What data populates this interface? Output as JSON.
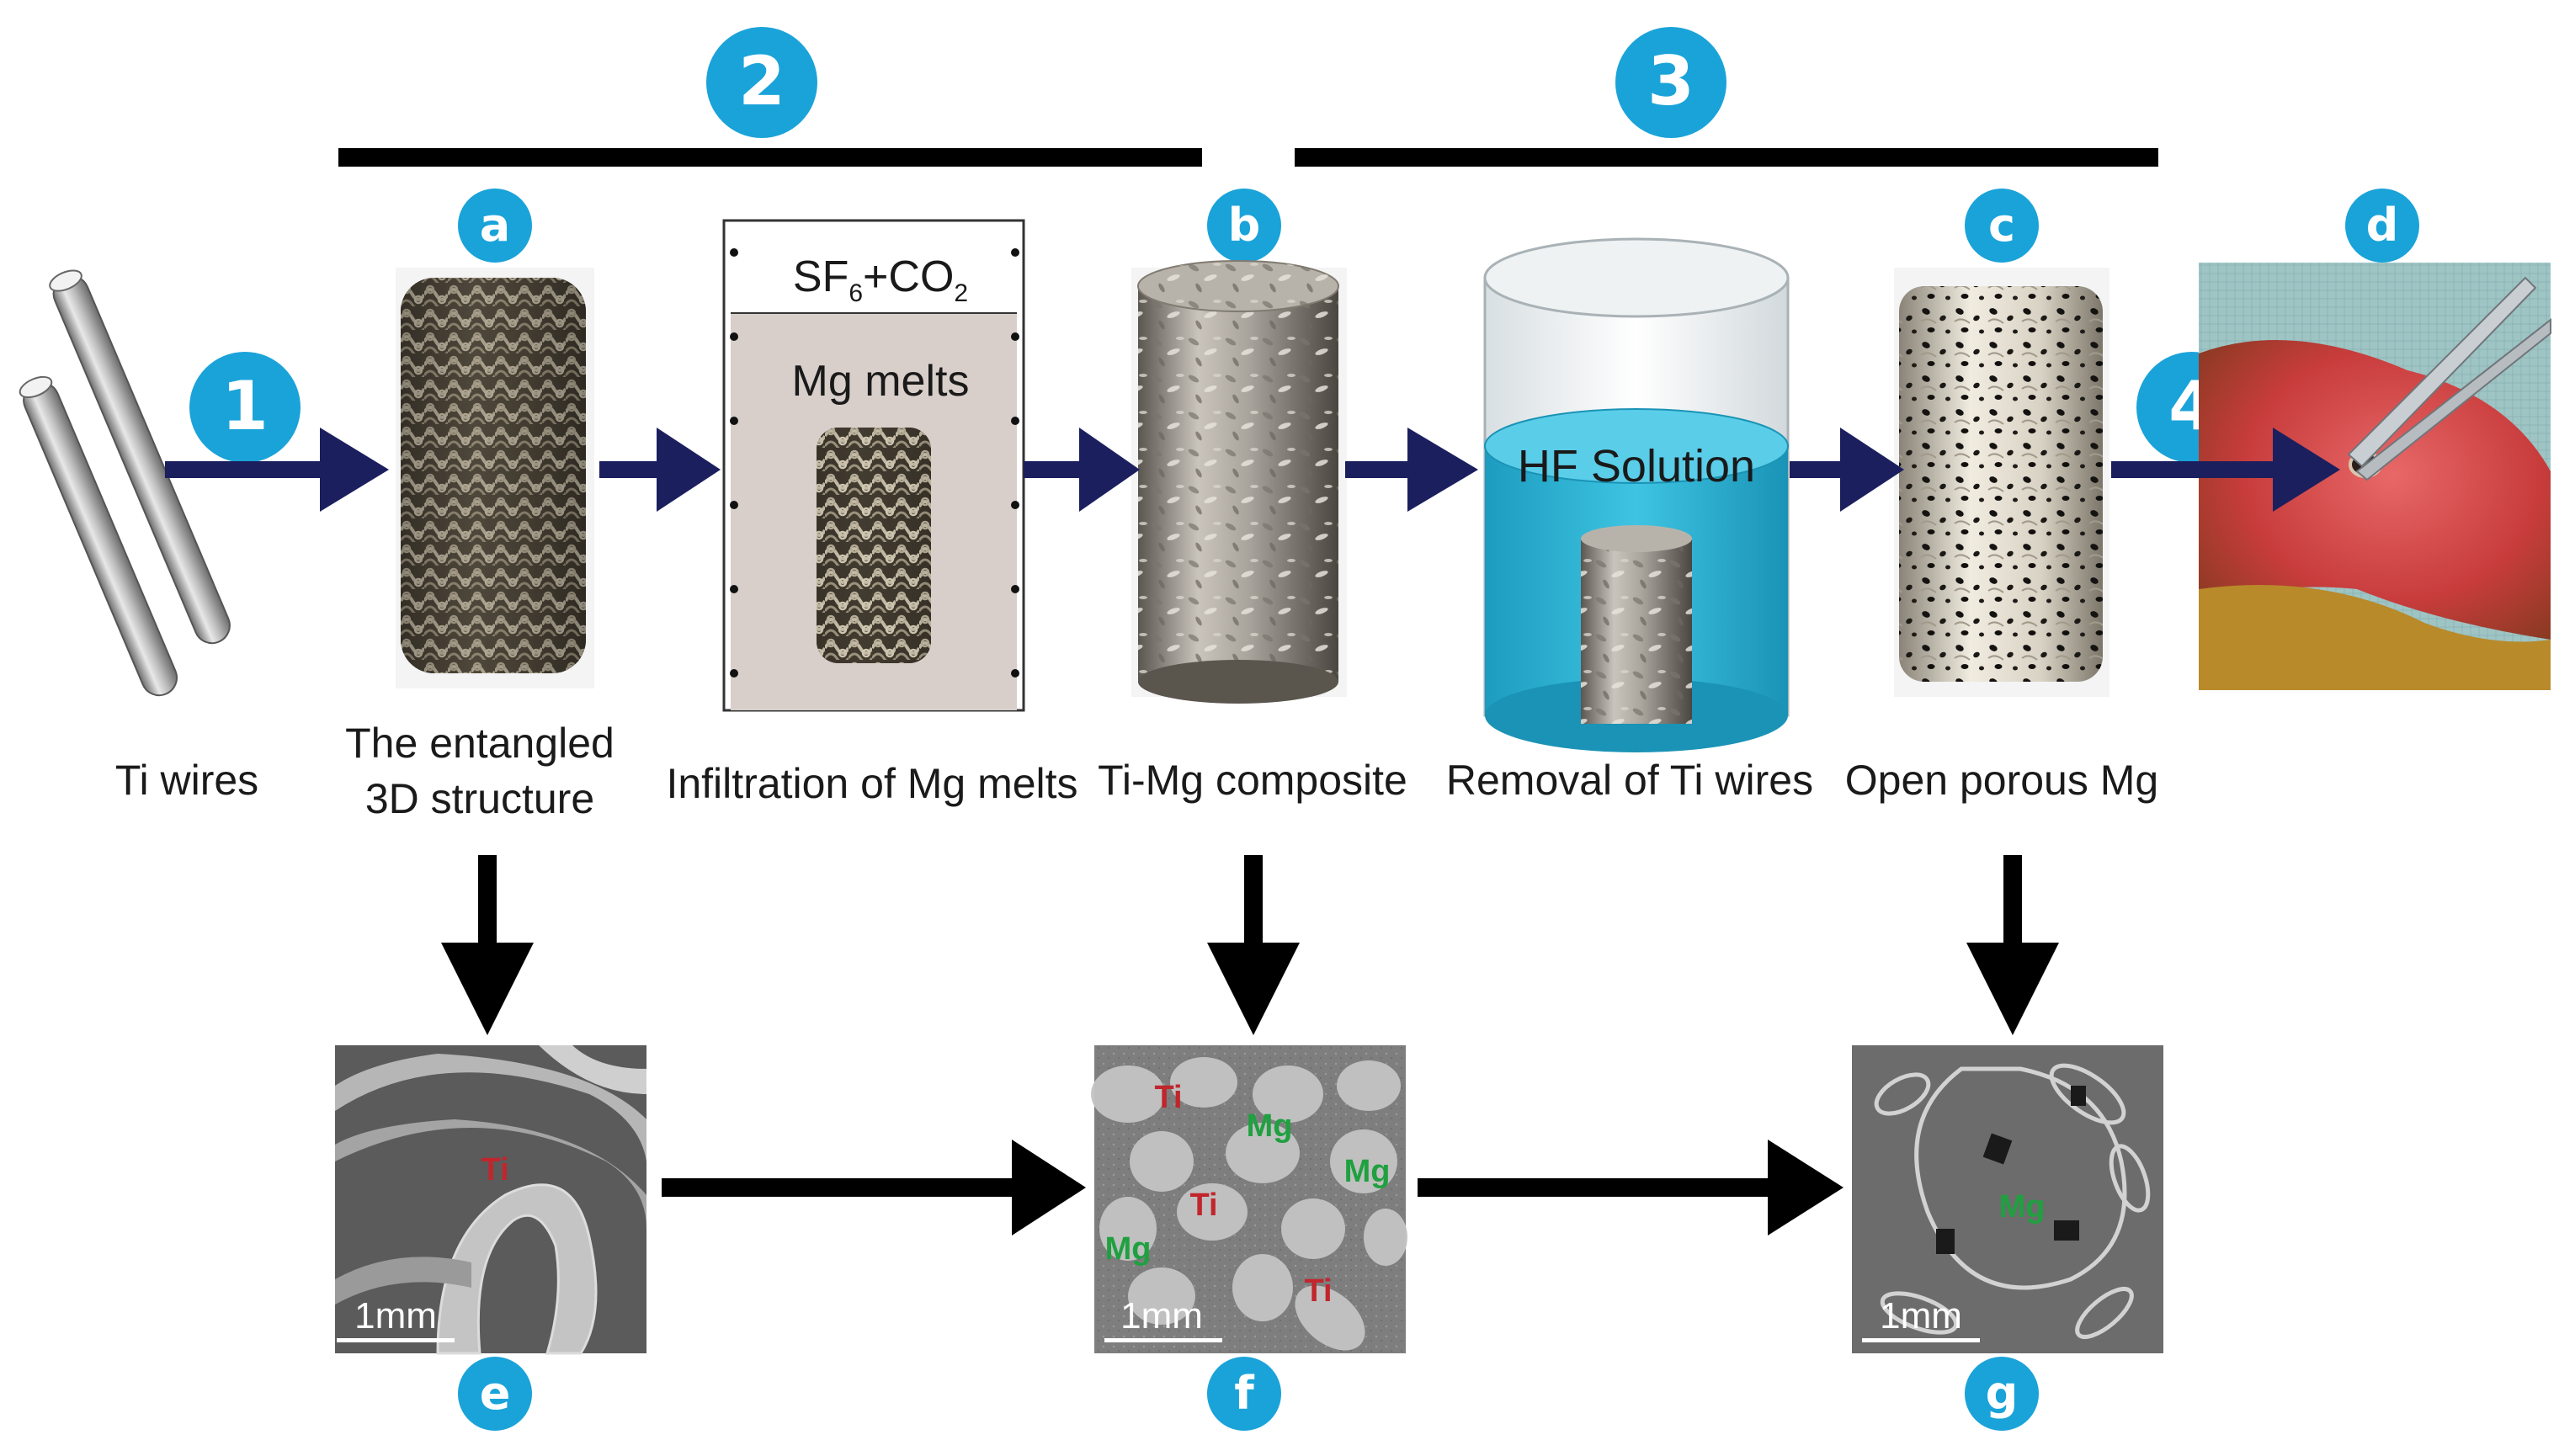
{
  "steps": {
    "one": "1",
    "two": "2",
    "three": "3",
    "four": "4"
  },
  "panels": {
    "a": "a",
    "b": "b",
    "c": "c",
    "d": "d",
    "e": "e",
    "f": "f",
    "g": "g"
  },
  "captions": {
    "ti_wires": "Ti wires",
    "entangled_line1": "The entangled",
    "entangled_line2": "3D structure",
    "infiltration": "Infiltration of Mg melts",
    "composite": "Ti-Mg composite",
    "removal": "Removal of Ti wires",
    "porous": "Open porous Mg"
  },
  "crucible": {
    "gas_sf": "SF",
    "gas_sub6": "6",
    "gas_plus_co": "+CO",
    "gas_sub2": "2",
    "melt_label": "Mg melts"
  },
  "beaker": {
    "solution_label": "HF Solution"
  },
  "sem": {
    "scale_bar": "1mm",
    "ti_label": "Ti",
    "mg_label": "Mg"
  },
  "colors": {
    "step_circle": "#1aa3d9",
    "arrow_navy": "#1b1f5e",
    "arrow_black": "#000000",
    "hf_solution": "#2fb6d6",
    "crucible_fill": "#d8cfca"
  }
}
